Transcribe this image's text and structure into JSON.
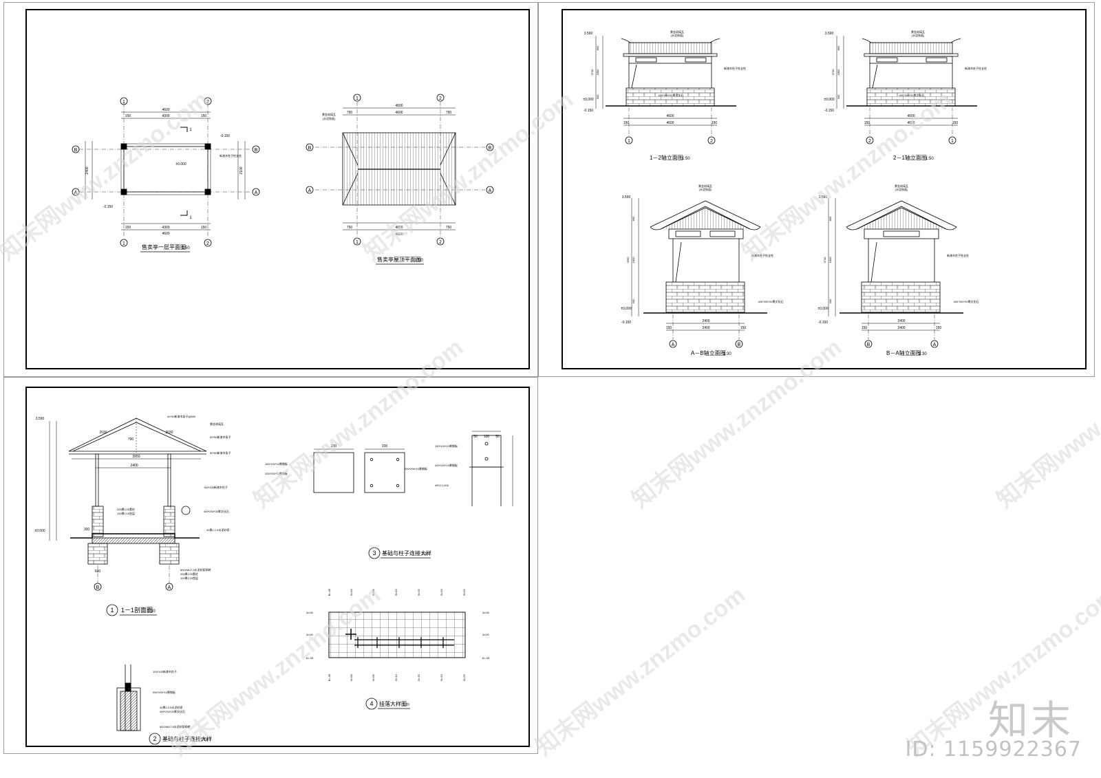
{
  "sheet1": {
    "plan_title": "售卖亭一层平面图",
    "plan_scale": "1:50",
    "roof_title": "售卖亭屋顶平面图",
    "roof_scale": "1:50",
    "axis_1": "1",
    "axis_2": "2",
    "axis_A": "A",
    "axis_B": "B",
    "dim_4600": "4600",
    "dim_4300": "4300",
    "dim_150": "150",
    "dim_750": "750",
    "dim_2400": "2400",
    "dim_2100": "2100",
    "level_000": "±0.000",
    "level_neg150": "-0.150",
    "section_mark": "1",
    "roof_note_1": "景金琉璃瓦",
    "roof_note_2": "(水泥饰面)",
    "post_note": "新漆木柱子柱支柱"
  },
  "sheet2": {
    "elev_12_title": "1－2轴立面图",
    "elev_21_title": "2－1轴立面图",
    "elev_AB_title": "A－B轴立面图",
    "elev_BA_title": "B－A轴立面图",
    "scale_50": "1:50",
    "scale_30": "1:30",
    "level_3590": "3.590",
    "level_000": "±0.000",
    "level_neg150": "-0.150",
    "dim_890": "890",
    "dim_1800": "1800",
    "dim_900": "900",
    "dim_3740": "3740",
    "dim_3590": "3590",
    "dim_4600": "4600",
    "dim_2400": "2400",
    "dim_150": "150",
    "stone_note": "400*200*20厚文化石",
    "roof_note": "景金琉璃瓦",
    "roof_note2": "(水泥饰面)",
    "post_note": "新漆木柱子柱支柱"
  },
  "sheet3": {
    "section_title": "1－1剖面图",
    "section_scale": "1:30",
    "detail2_title": "基础与柱子连接大样",
    "detail2_scale": "1:10",
    "detail3_title": "基础与柱子连接大样",
    "detail3_scale": "1:10",
    "detail4_title": "挂落大样图",
    "detail4_scale": "1:20",
    "num_1": "1",
    "num_2": "2",
    "num_3": "3",
    "num_4": "4",
    "dim_2030": "2030",
    "dim_790": "790",
    "dim_3950": "3950",
    "dim_2400": "2400",
    "dim_200": "200",
    "dim_100": "100",
    "dim_50": "50",
    "dim_300": "300",
    "dim_600": "600",
    "level_3590": "3.590",
    "level_000": "±0.000",
    "note_top": "40*30新漆木条子@500",
    "note_roof1": "景金琉璃瓦",
    "note_roof2": "50*50新漆木条子",
    "note_roof3": "50*50新漆木条子",
    "note_post": "100*100新漆木柱子",
    "note_stone": "400*200*20厚文化石",
    "note_mortar": "30厚1:2.5水泥砂浆",
    "note_found1": "M10/MU7.5水泥砂浆砌砖",
    "note_found2": "200厚C25素砼",
    "note_found3": "100厚C15垫层",
    "note_plate1": "150*100*10厚钢板",
    "note_plate2": "200*200*10厚钢板",
    "note_plate3": "200*200*10厚钢板",
    "note_anchor": "4Φ12 L200",
    "grid_labels_x": [
      "B=-05",
      "B=00",
      "B=05",
      "B=10",
      "B=15",
      "B=20",
      "B=25"
    ],
    "grid_labels_y": [
      "A=05",
      "A=00",
      "A=-05"
    ]
  },
  "watermark": {
    "text": "知末网www.znzmo.com",
    "brand": "知末",
    "id": "ID: 1159922367"
  }
}
